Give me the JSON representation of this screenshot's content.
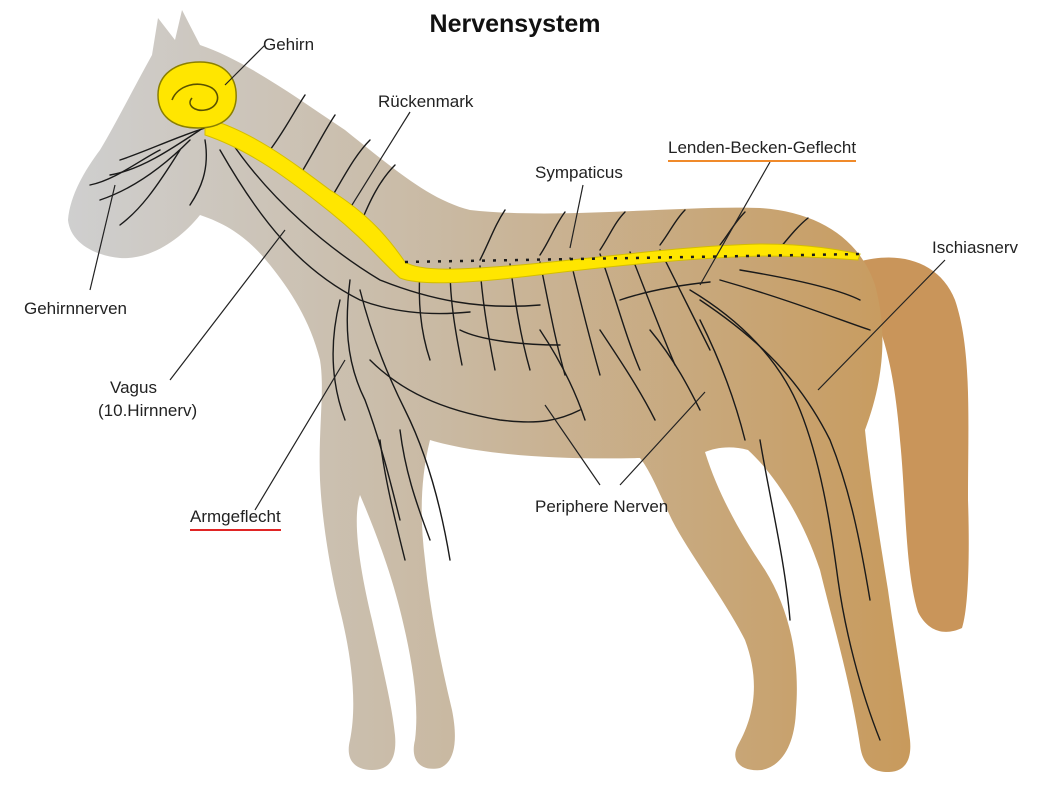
{
  "title": "Nervensystem",
  "labels": {
    "gehirn": "Gehirn",
    "rueckenmark": "Rückenmark",
    "sympaticus": "Sympaticus",
    "lenden": "Lenden-Becken-Geflecht",
    "ischiasnerv": "Ischiasnerv",
    "gehirnnerven": "Gehirnnerven",
    "vagus_line1": "Vagus",
    "vagus_line2": "(10.Hirnnerv)",
    "armgeflecht": "Armgeflecht",
    "periphere": "Periphere Nerven"
  },
  "colors": {
    "body_left": "#c9c9c9",
    "body_right": "#c8a06a",
    "spinal_cord": "#ffe600",
    "nerves": "#1a1a1a",
    "underline_armgeflecht": "#e02424",
    "underline_lenden": "#f08a2a"
  }
}
